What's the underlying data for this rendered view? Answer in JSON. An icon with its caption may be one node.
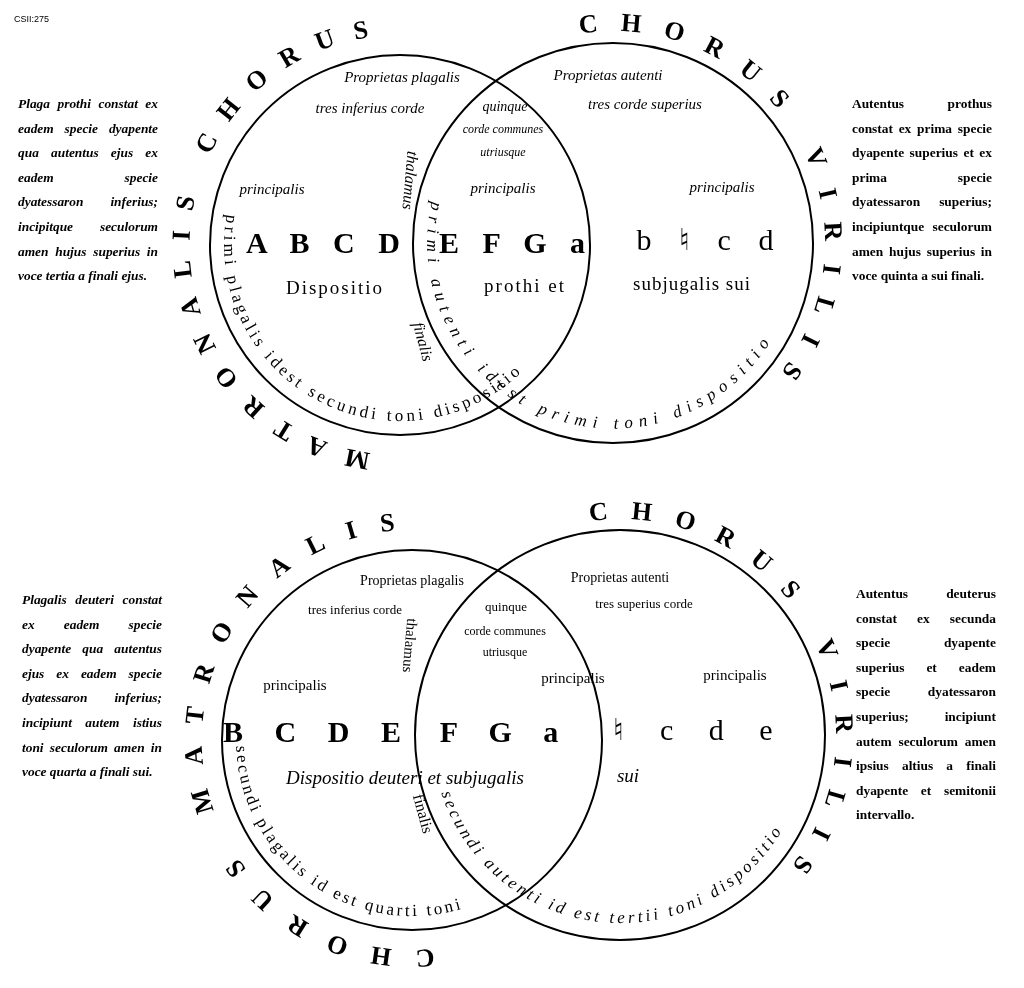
{
  "diagram": {
    "nodes": [
      {
        "text": [],
        "shape": "circle"
      },
      {
        "text": [],
        "shape": "circle"
      },
      {
        "text": [],
        "shape": "circle"
      },
      {
        "text": [],
        "shape": "circle"
      }
    ],
    "labels": [
      "CSII:275",
      "Plaga prothi constat ex eadem specie dyapente qua autentus ejus ex eadem specie dyatessaron inferius; incipitque seculorum amen hujus superius in voce tertia a finali ejus.",
      "MATRONALIS CHORUS",
      "CHORUS VIRILIS",
      "Autentus prothus constat ex prima specie dyapente superius et ex prima specie dyatessaron superius; incipiuntque seculorum amen hujus superius in voce quinta a sui finali.",
      "Proprietas plagalis",
      "Proprietas autenti",
      "tres inferius corde",
      "quinque",
      "tres corde superius",
      "corde communes",
      "utriusque",
      "thalamus",
      "principalis",
      "principalis",
      "principalis",
      "primi plagalis idest secundi toni dispositio",
      "A B C D",
      "E F G a",
      "b ♮ c d",
      "primi autenti idest primi toni dispositio",
      "Dispositio",
      "prothi et",
      "subjugalis sui",
      "finalis",
      "Plagalis deuteri constat ex eadem specie dyapente qua autentus ejus ex eadem specie dyatessaron inferius; incipiunt autem istius toni seculorum amen in voce quarta a finali sui.",
      "CHORUS MATRONALIS",
      "CHORUS VIRILIS",
      "Autentus deuterus constat ex secunda specie dyapente superius et eadem specie dyatessaron superius; incipiunt autem seculorum amen ipsius altius a finali dyapente et semitonii intervallo.",
      "Proprietas plagalis",
      "Proprietas autenti",
      "tres inferius corde",
      "thalamus",
      "quinque",
      "tres superius corde",
      "corde communes",
      "utriusque",
      "principalis",
      "principalis",
      "principalis",
      "B C D E",
      "F G a",
      "♮ c d e",
      "secundi plagalis id est quarti toni",
      "Dispositio deuteri et subjugalis",
      "sui",
      "finalis",
      "secundi autenti id est tertii toni dispositio"
    ]
  }
}
